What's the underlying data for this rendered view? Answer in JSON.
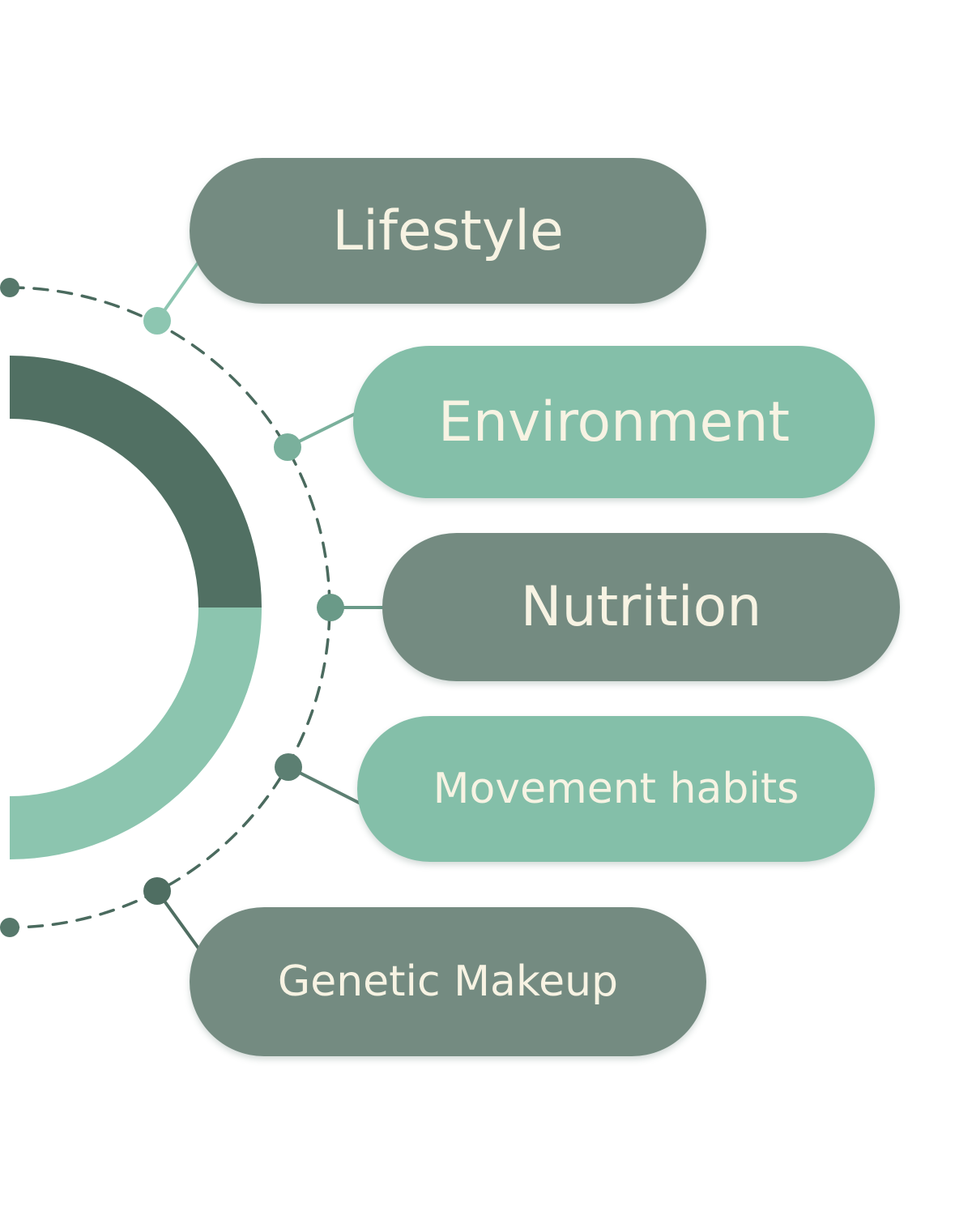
{
  "diagram": {
    "items": [
      {
        "label": "Lifestyle",
        "style": "dark"
      },
      {
        "label": "Environment",
        "style": "light"
      },
      {
        "label": "Nutrition",
        "style": "dark"
      },
      {
        "label": "Movement habits",
        "style": "light"
      },
      {
        "label": "Genetic Makeup",
        "style": "dark"
      }
    ],
    "ring": {
      "upper_color": "#517063",
      "lower_color": "#8cc5af"
    },
    "colors": {
      "pill_dark": "#748b81",
      "pill_light": "#84bfa9",
      "text": "#f7f3e3",
      "dashed_arc": "#4a6a5e",
      "dot_dark": "#56786b",
      "dot_light": "#8dc6b1"
    }
  }
}
